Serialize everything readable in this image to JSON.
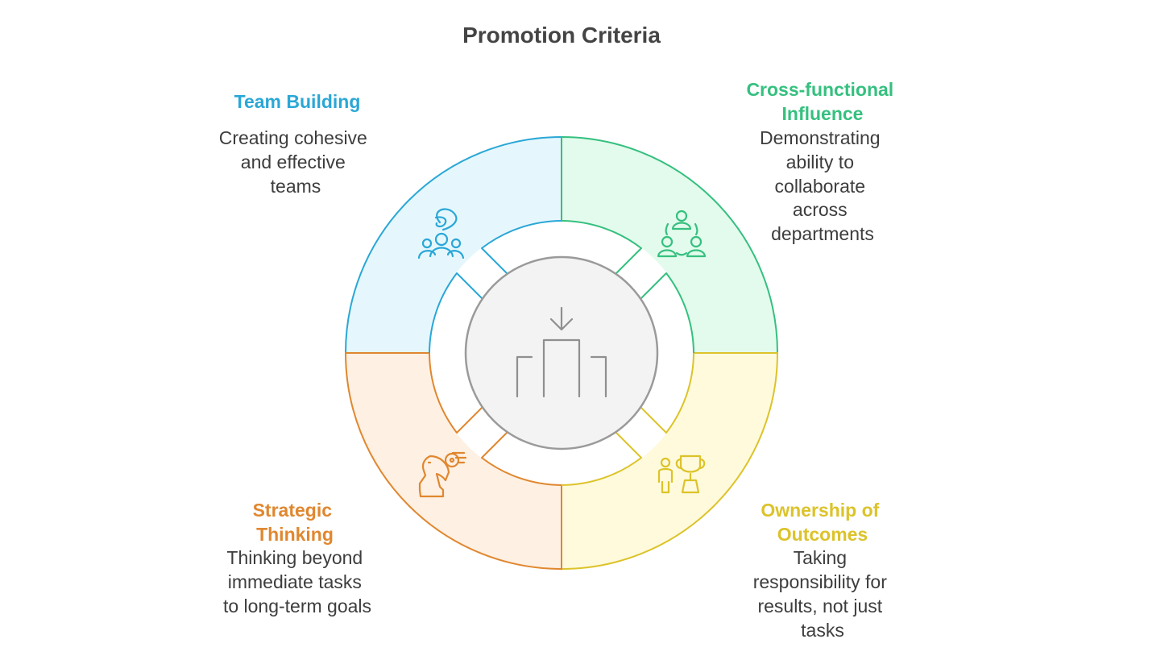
{
  "title": "Promotion Criteria",
  "center_icon": "promotion-podium-icon",
  "colors": {
    "team_building": "#2aa7d6",
    "cross_functional": "#35c07f",
    "ownership": "#dcc32a",
    "strategic": "#e0872f",
    "center": "#9a9a9a"
  },
  "segments": [
    {
      "id": "team-building",
      "heading": [
        "Team Building"
      ],
      "description": [
        "Creating cohesive",
        "and effective",
        "teams"
      ],
      "icon": "team-icon"
    },
    {
      "id": "cross-functional-influence",
      "heading": [
        "Cross-functional",
        "Influence"
      ],
      "description": [
        "Demonstrating",
        "ability to",
        "collaborate",
        "across",
        "departments"
      ],
      "icon": "collaboration-network-icon"
    },
    {
      "id": "ownership-of-outcomes",
      "heading": [
        "Ownership of",
        "Outcomes"
      ],
      "description": [
        "Taking",
        "responsibility for",
        "results, not just",
        "tasks"
      ],
      "icon": "trophy-person-icon"
    },
    {
      "id": "strategic-thinking",
      "heading": [
        "Strategic",
        "Thinking"
      ],
      "description": [
        "Thinking beyond",
        "immediate tasks",
        "to long-term goals"
      ],
      "icon": "chess-knight-target-icon"
    }
  ]
}
